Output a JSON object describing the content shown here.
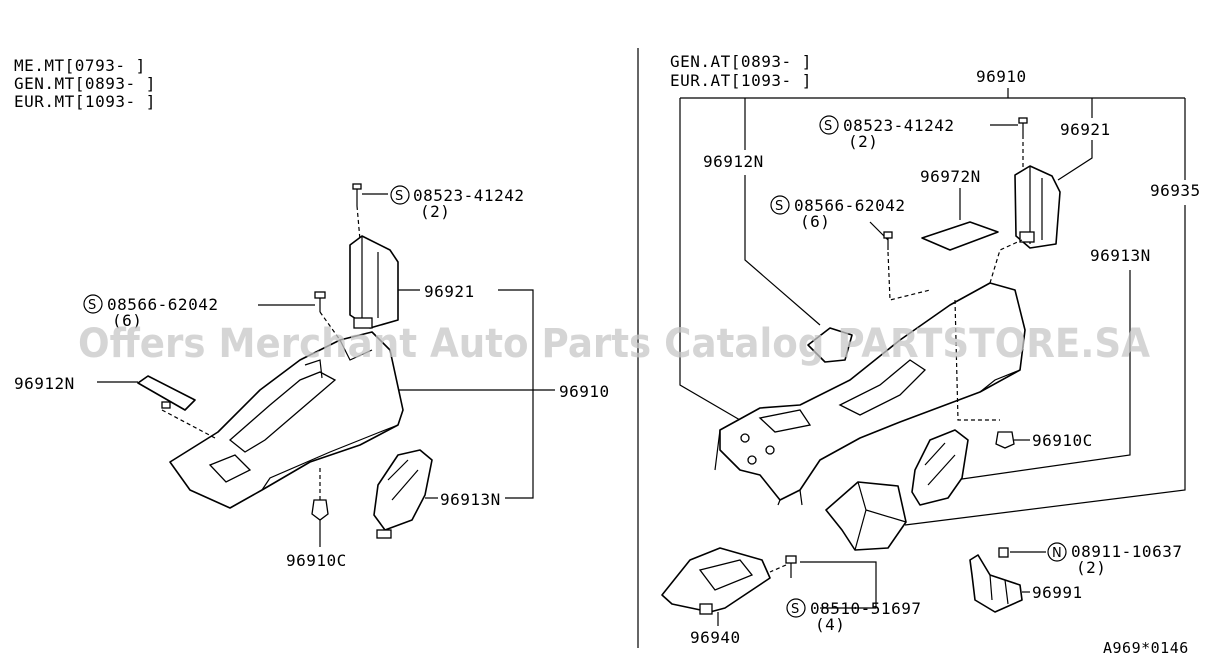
{
  "left_panel": {
    "applicability": [
      "ME.MT[0793-    ]",
      "GEN.MT[0893-    ]",
      "EUR.MT[1093-    ]"
    ],
    "screw_code": "08523-41242",
    "screw_qty": "(2)",
    "bolt_code": "08566-62042",
    "bolt_qty": "(6)",
    "part_96921": "96921",
    "part_96912N": "96912N",
    "part_96910": "96910",
    "part_96913N": "96913N",
    "part_96910C": "96910C"
  },
  "right_panel": {
    "applicability": [
      "GEN.AT[0893-    ]",
      "EUR.AT[1093-    ]"
    ],
    "part_96910": "96910",
    "screw_code": "08523-41242",
    "screw_qty": "(2)",
    "part_96921": "96921",
    "part_96912N": "96912N",
    "part_96972N": "96972N",
    "part_96935": "96935",
    "bolt_code": "08566-62042",
    "bolt_qty": "(6)",
    "part_96913N": "96913N",
    "part_96910C": "96910C",
    "nut_code": "08911-10637",
    "nut_qty": "(2)",
    "part_96991": "96991",
    "bolt2_code": "08510-51697",
    "bolt2_qty": "(4)",
    "part_96940": "96940"
  },
  "symbols": {
    "s": "S",
    "n": "N"
  },
  "figure_code": "A969*0146",
  "watermark": "Offers Merchant Auto Parts Catalog PARTSTORE.SA"
}
